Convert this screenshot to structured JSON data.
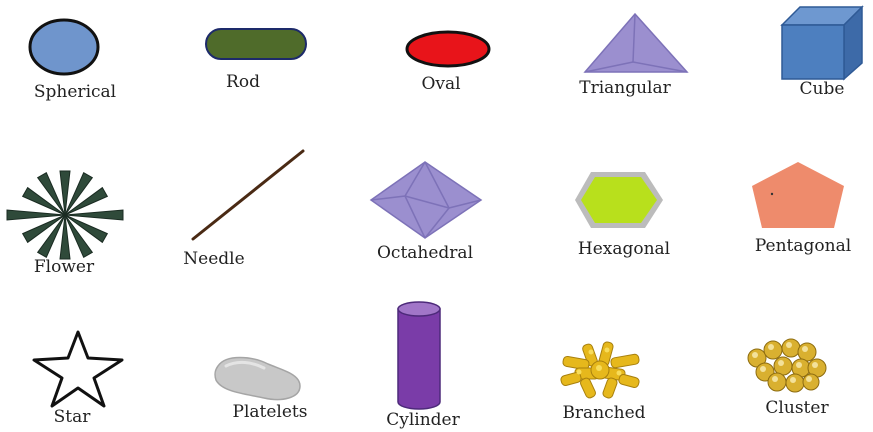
{
  "shapes": [
    {
      "label": "Spherical",
      "icon": "sphere-icon",
      "color": "#6f95cc"
    },
    {
      "label": "Rod",
      "icon": "rod-icon",
      "color": "#4f6b2a"
    },
    {
      "label": "Oval",
      "icon": "oval-icon",
      "color": "#e8141a"
    },
    {
      "label": "Triangular",
      "icon": "triangle-icon",
      "color": "#9b8fcf"
    },
    {
      "label": "Cube",
      "icon": "cube-icon",
      "color": "#4d7fbf"
    },
    {
      "label": "Flower",
      "icon": "flower-icon",
      "color": "#2f4a3a"
    },
    {
      "label": "Needle",
      "icon": "needle-icon",
      "color": "#4a2a14"
    },
    {
      "label": "Octahedral",
      "icon": "octahedron-icon",
      "color": "#9b8fcf"
    },
    {
      "label": "Hexagonal",
      "icon": "hexagon-icon",
      "color": "#b8e01c"
    },
    {
      "label": "Pentagonal",
      "icon": "pentagon-icon",
      "color": "#ee8b6c"
    },
    {
      "label": "Star",
      "icon": "star-icon",
      "color": "#ffffff"
    },
    {
      "label": "Platelets",
      "icon": "platelet-icon",
      "color": "#c8c8c8"
    },
    {
      "label": "Cylinder",
      "icon": "cylinder-icon",
      "color": "#7a3ca8"
    },
    {
      "label": "Branched",
      "icon": "branched-icon",
      "color": "#e6b81c"
    },
    {
      "label": "Cluster",
      "icon": "cluster-icon",
      "color": "#d9b030"
    }
  ]
}
